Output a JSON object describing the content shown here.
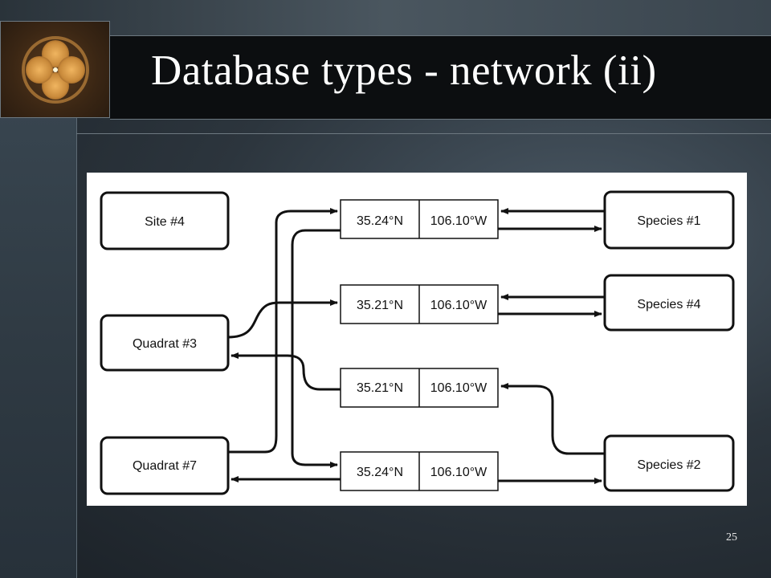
{
  "slide": {
    "title": "Database types - network (ii)",
    "number": "25"
  },
  "diagram": {
    "entities_left": [
      {
        "label": "Site #4"
      },
      {
        "label": "Quadrat #3"
      },
      {
        "label": "Quadrat #7"
      }
    ],
    "records": [
      {
        "lat": "35.24°N",
        "lon": "106.10°W"
      },
      {
        "lat": "35.21°N",
        "lon": "106.10°W"
      },
      {
        "lat": "35.21°N",
        "lon": "106.10°W"
      },
      {
        "lat": "35.24°N",
        "lon": "106.10°W"
      }
    ],
    "entities_right": [
      {
        "label": "Species #1"
      },
      {
        "label": "Species #4"
      },
      {
        "label": "Species #2"
      }
    ]
  },
  "colors": {
    "title_bar": "#0c0e10",
    "logo_orange": "#c8893a",
    "diagram_ink": "#111111"
  }
}
